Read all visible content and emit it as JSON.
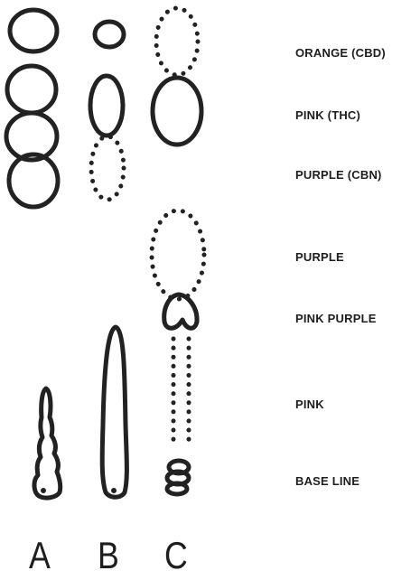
{
  "bands": [
    {
      "key": "orange",
      "text": "ORANGE (CBD)"
    },
    {
      "key": "pink_thc",
      "text": "PINK (THC)"
    },
    {
      "key": "purple_cbn",
      "text": "PURPLE (CBN)"
    },
    {
      "key": "purple",
      "text": "PURPLE"
    },
    {
      "key": "pink_purple",
      "text": "PINK PURPLE"
    },
    {
      "key": "pink",
      "text": "PINK"
    },
    {
      "key": "base",
      "text": "BASE LINE"
    }
  ],
  "lanes": [
    "A",
    "B",
    "C"
  ]
}
